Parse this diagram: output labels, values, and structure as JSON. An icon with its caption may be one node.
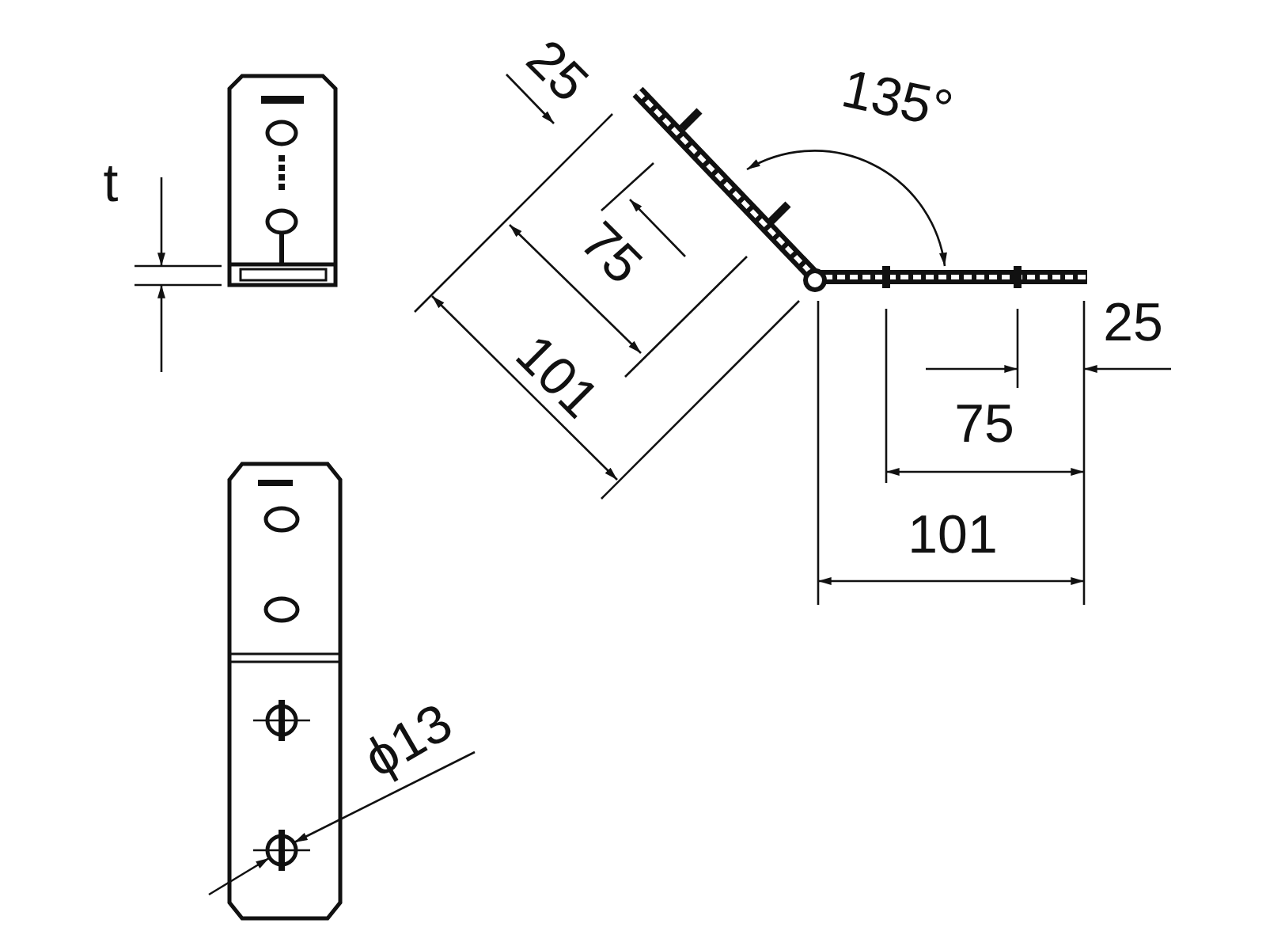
{
  "diagram": {
    "labels": [
      "25",
      "135°",
      "t",
      "75",
      "25",
      "101",
      "75",
      "101",
      "ϕ13"
    ]
  }
}
